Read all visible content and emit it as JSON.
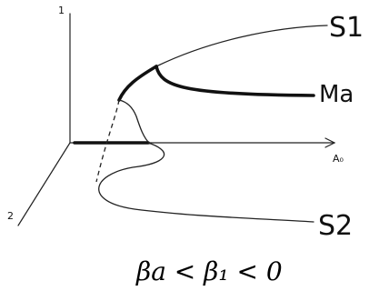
{
  "axes": {
    "axis1_label": "1",
    "axis2_label": "2",
    "axis3_label": "A₀"
  },
  "branches": {
    "upper": "S1",
    "middle": "Ma",
    "lower": "S2"
  },
  "condition": "βa < β₁ < 0"
}
